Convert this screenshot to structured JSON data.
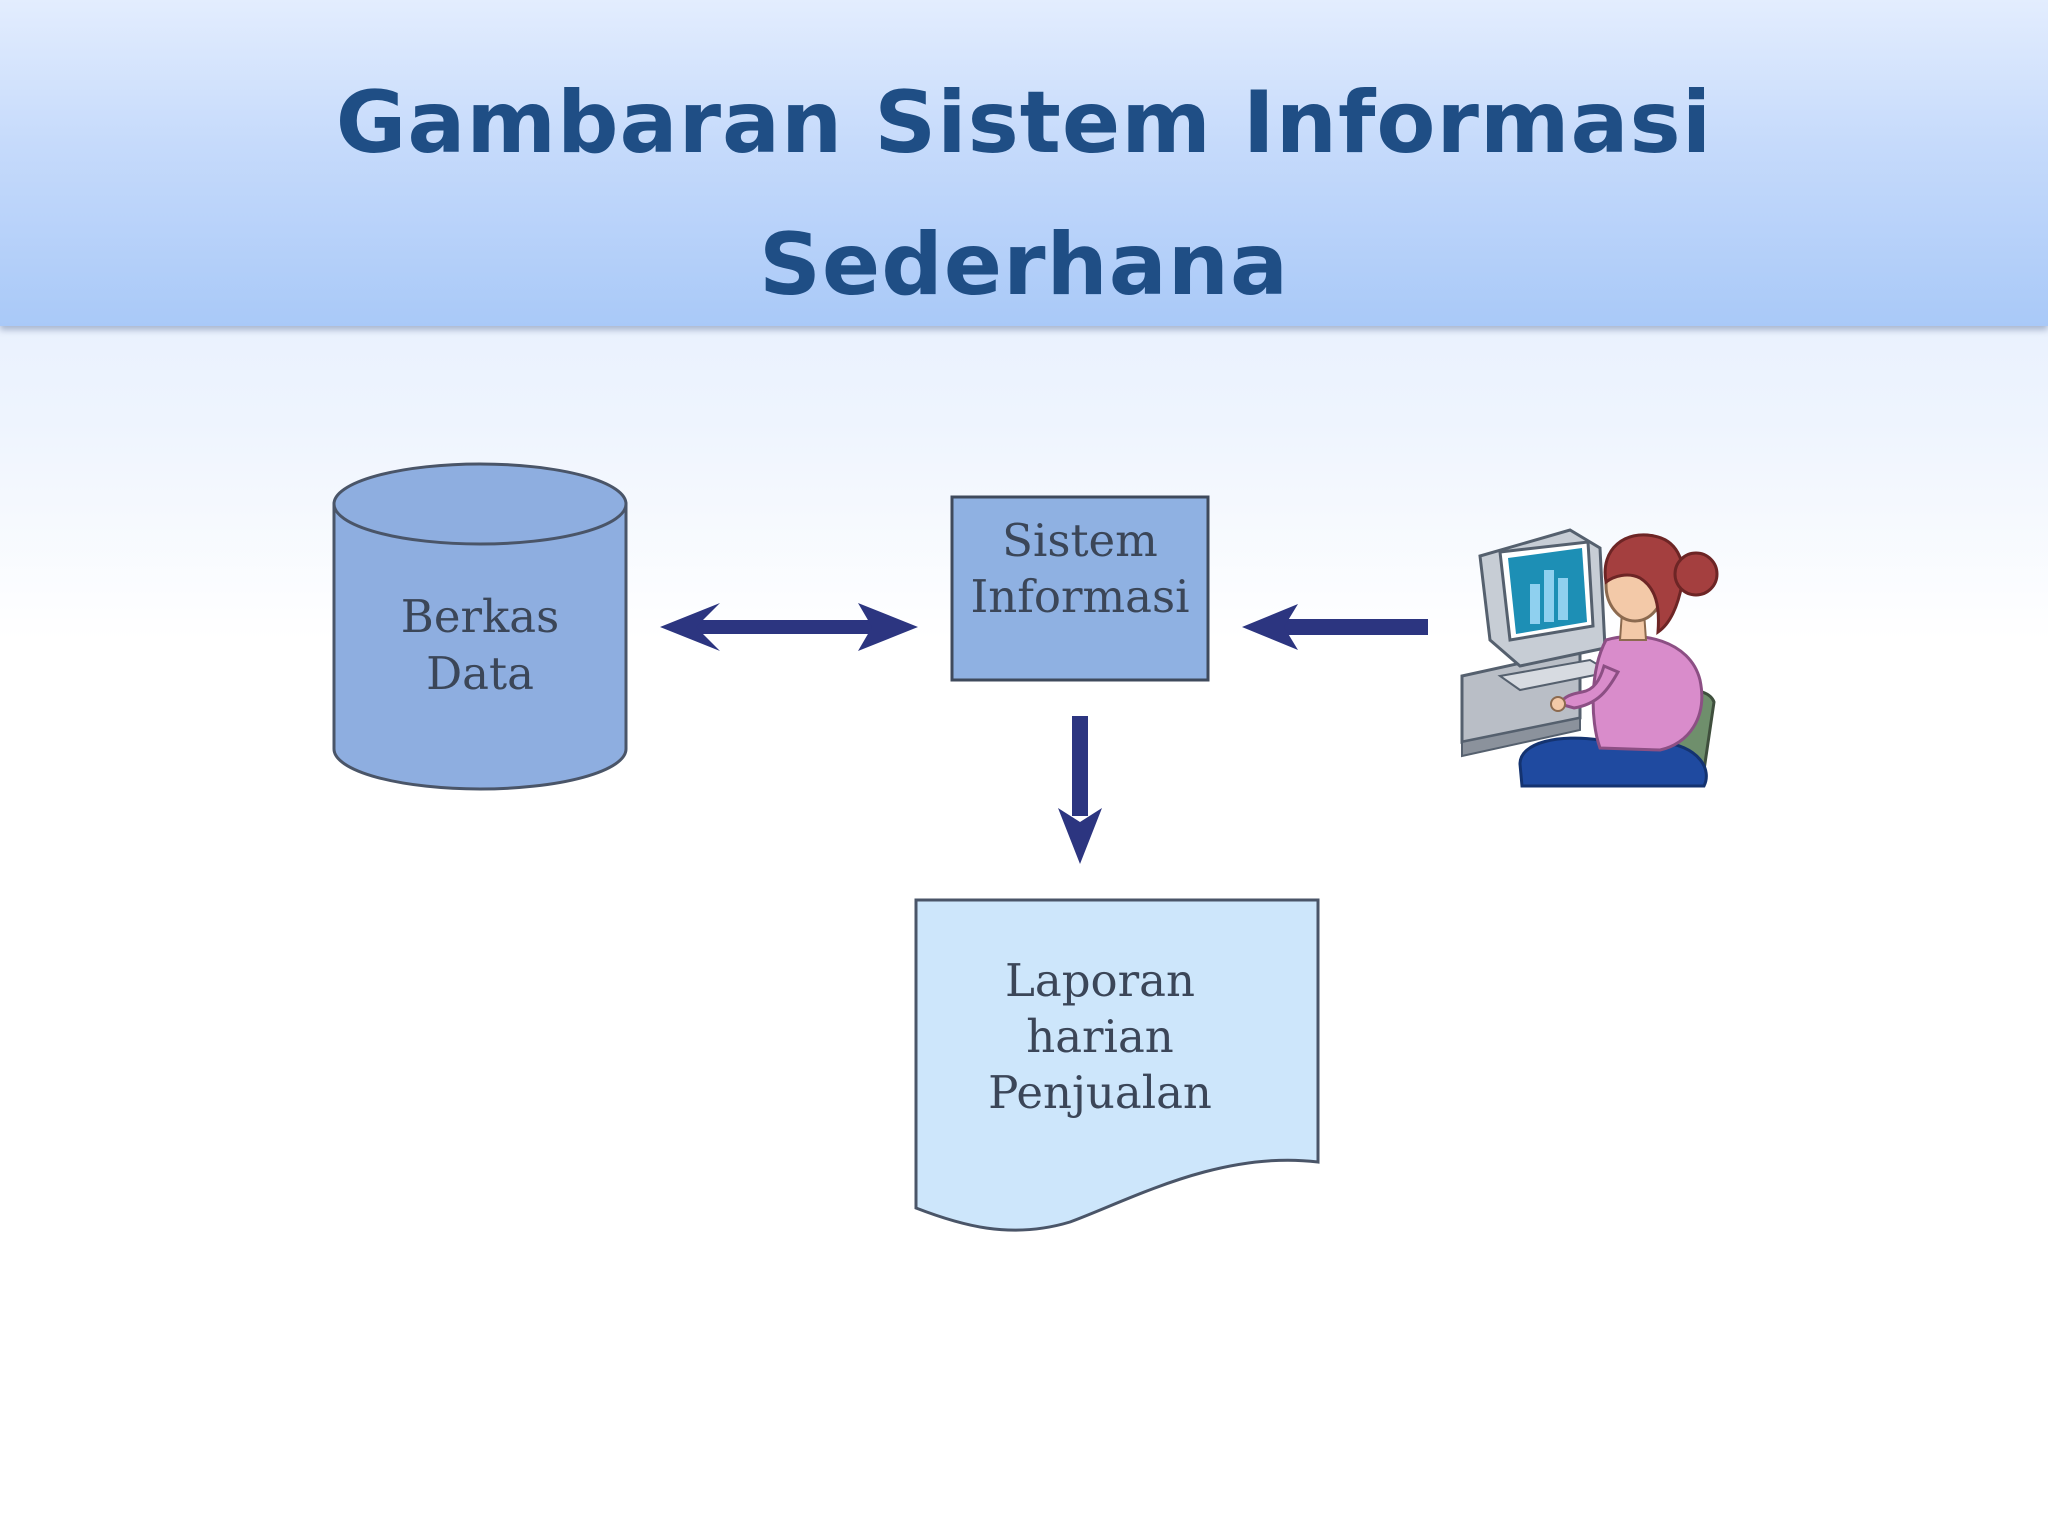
{
  "slide": {
    "title_line1": "Gambaran Sistem Informasi",
    "title_line2": "Sederhana"
  },
  "diagram": {
    "nodes": {
      "data_file": {
        "line1": "Berkas",
        "line2": "Data"
      },
      "info_system": {
        "line1": "Sistem",
        "line2": "Informasi"
      },
      "report": {
        "line1": "Laporan",
        "line2": "harian",
        "line3": "Penjualan"
      },
      "user": {
        "icon": "user-at-computer-icon"
      }
    },
    "edges": [
      {
        "from": "data_file",
        "to": "info_system",
        "type": "bidirectional"
      },
      {
        "from": "user",
        "to": "info_system",
        "type": "directed"
      },
      {
        "from": "info_system",
        "to": "report",
        "type": "directed"
      }
    ]
  },
  "colors": {
    "title": "#1f4e85",
    "cylinder": "#8eaee0",
    "system_box": "#8fb1e2",
    "report_doc": "#cde6fb",
    "arrow": "#2c3580",
    "outline": "#4a5568"
  }
}
